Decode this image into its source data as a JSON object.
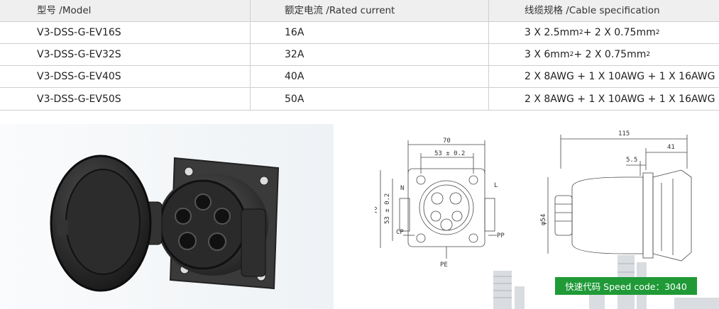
{
  "table": {
    "headers": {
      "model": "型号 /Model",
      "current": "额定电流 /Rated current",
      "cable": "线缆规格 /Cable specification"
    },
    "rows": [
      {
        "model": "V3-DSS-G-EV16S",
        "current": "16A",
        "cable_a": "3 X 2.5mm",
        "cable_b": " + 2 X 0.75mm"
      },
      {
        "model": "V3-DSS-G-EV32S",
        "current": "32A",
        "cable_a": "3 X 6mm",
        "cable_b": " + 2 X 0.75mm"
      },
      {
        "model": "V3-DSS-G-EV40S",
        "current": "40A",
        "cable": "2 X 8AWG + 1 X 10AWG + 1 X 16AWG"
      },
      {
        "model": "V3-DSS-G-EV50S",
        "current": "50A",
        "cable": "2 X 8AWG + 1 X 10AWG + 1 X 16AWG"
      }
    ],
    "superscript": "2"
  },
  "front_drawing": {
    "width_label": "70",
    "hole_spacing_label": "53 ± 0.2",
    "height_label": "70",
    "hole_spacing_v_label": "53 ± 0.2",
    "pin_n": "N",
    "pin_l": "L",
    "pin_cp": "CP",
    "pin_pp": "PP",
    "pin_pe": "PE"
  },
  "side_drawing": {
    "length_label": "115",
    "depth_label": "41",
    "flange_label": "5.5",
    "diameter_label": "φ54"
  },
  "speed_code": "快速代码 Speed code：3040",
  "colors": {
    "header_bg": "#efefef",
    "badge_bg": "#1f9a37",
    "rule": "#cfcfcf"
  }
}
